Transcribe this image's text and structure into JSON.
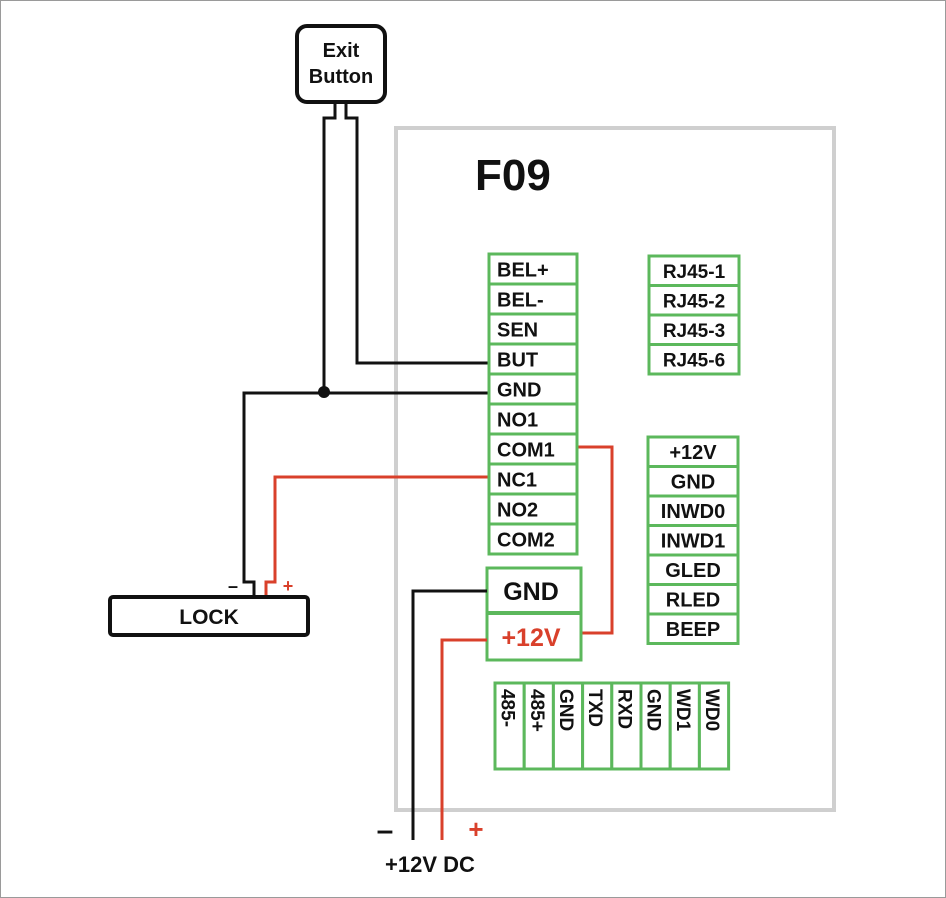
{
  "title": "F09",
  "exit_button": {
    "line1": "Exit",
    "line2": "Button"
  },
  "lock": {
    "label": "LOCK",
    "minus": "–",
    "plus": "+"
  },
  "main_terminal": [
    "BEL+",
    "BEL-",
    "SEN",
    "BUT",
    "GND",
    "NO1",
    "COM1",
    "NC1",
    "NO2",
    "COM2"
  ],
  "rj45_terminal": [
    "RJ45-1",
    "RJ45-2",
    "RJ45-3",
    "RJ45-6"
  ],
  "reader_terminal": [
    "+12V",
    "GND",
    "INWD0",
    "INWD1",
    "GLED",
    "RLED",
    "BEEP"
  ],
  "power_terminal": {
    "gnd": "GND",
    "v12": "+12V"
  },
  "bottom_terminal": [
    "485-",
    "485+",
    "GND",
    "TXD",
    "RXD",
    "GND",
    "WD1",
    "WD0"
  ],
  "power_supply": {
    "label": "+12V DC",
    "minus": "–",
    "plus": "+"
  },
  "colors": {
    "wire_black": "#111111",
    "wire_red": "#d9402b",
    "terminal_green": "#5cb85c",
    "board_gray": "#cfcfcf"
  }
}
